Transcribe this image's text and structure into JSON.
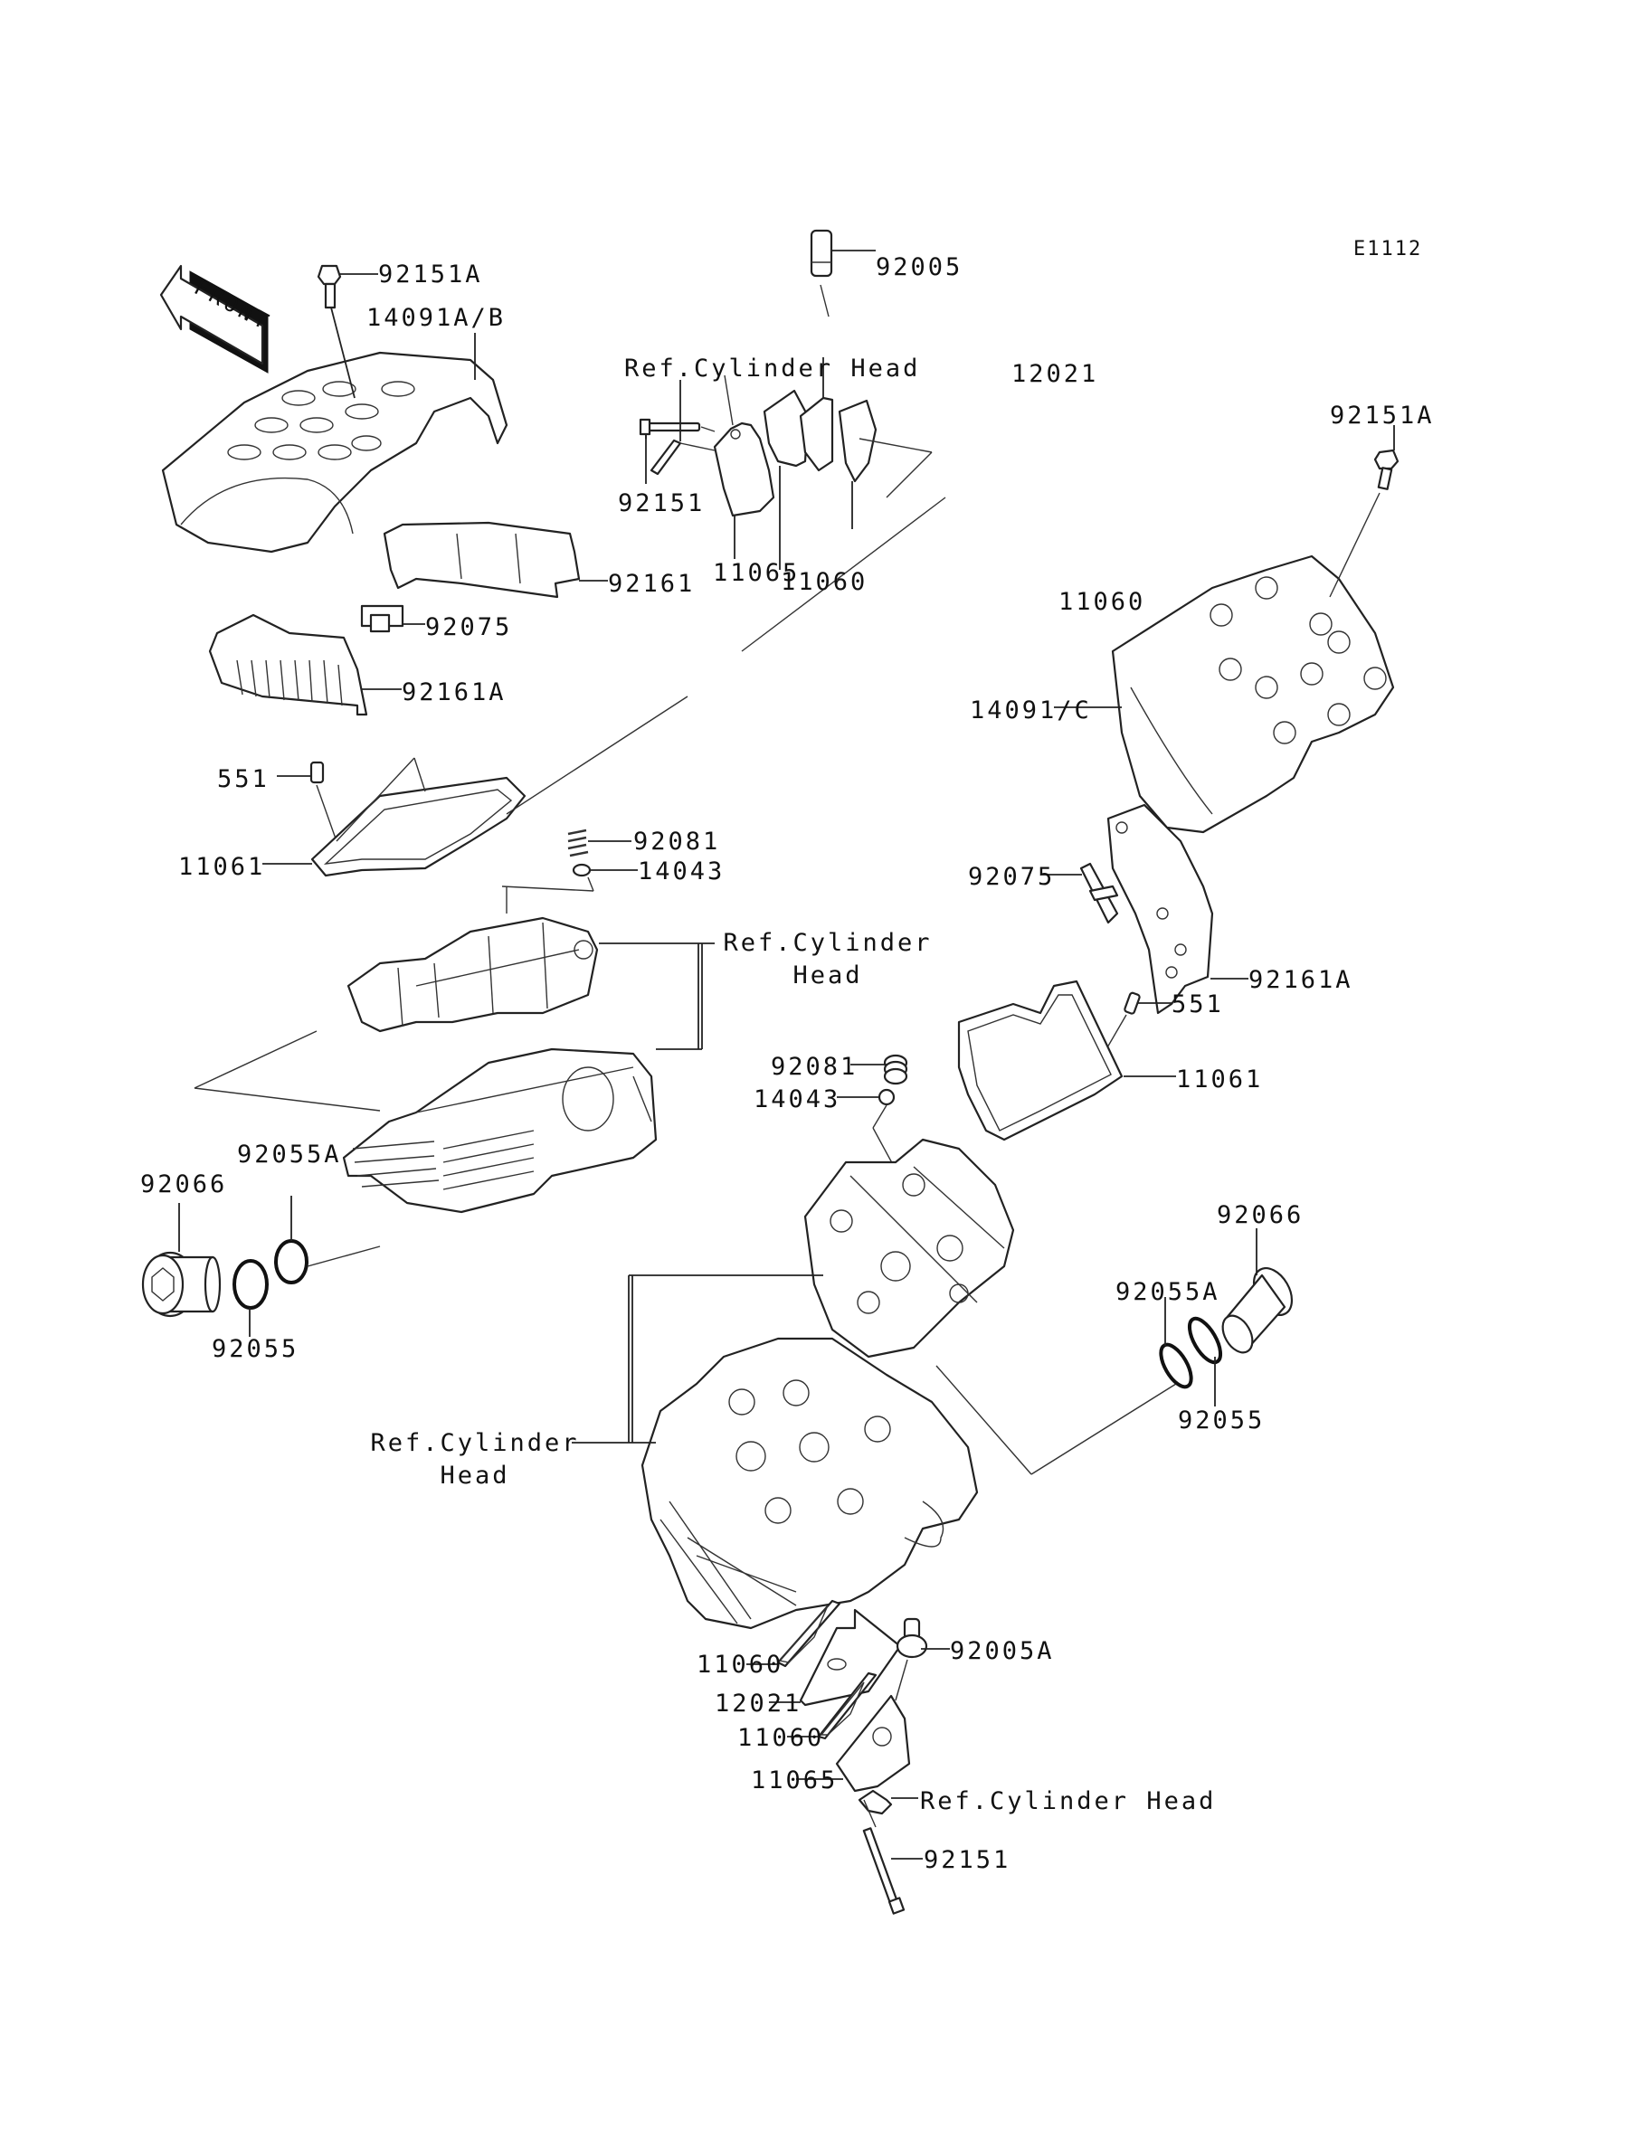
{
  "diagram": {
    "code": "E1112",
    "front_marker": "FRONT",
    "labels": {
      "p_92151A_top": "92151A",
      "p_14091AB": "14091A/B",
      "p_92005": "92005",
      "ref_head_top": "Ref.Cylinder Head",
      "p_12021_top": "12021",
      "p_92151_top": "92151",
      "p_11065_top": "11065",
      "p_11060_top_a": "11060",
      "p_11060_top_b": "11060",
      "p_92151A_right": "92151A",
      "p_92161": "92161",
      "p_92075_left": "92075",
      "p_92161A_left": "92161A",
      "p_14091C": "14091/C",
      "p_551_left": "551",
      "p_11061_left": "11061",
      "p_92081_left": "92081",
      "p_14043_left": "14043",
      "ref_head_mid_line1": "Ref.Cylinder",
      "ref_head_mid_line2": "Head",
      "p_92075_right": "92075",
      "p_92161A_right": "92161A",
      "p_551_right": "551",
      "p_92081_right": "92081",
      "p_14043_right": "14043",
      "p_11061_right": "11061",
      "p_92066_left": "92066",
      "p_92055A_left": "92055A",
      "p_92055_left": "92055",
      "p_92066_right": "92066",
      "p_92055A_right": "92055A",
      "p_92055_right": "92055",
      "ref_head_low_line1": "Ref.Cylinder",
      "ref_head_low_line2": "Head",
      "p_11060_bot_a": "11060",
      "p_12021_bot": "12021",
      "p_11060_bot_b": "11060",
      "p_92005A": "92005A",
      "p_11065_bot": "11065",
      "ref_head_bot": "Ref.Cylinder Head",
      "p_92151_bot": "92151"
    }
  }
}
